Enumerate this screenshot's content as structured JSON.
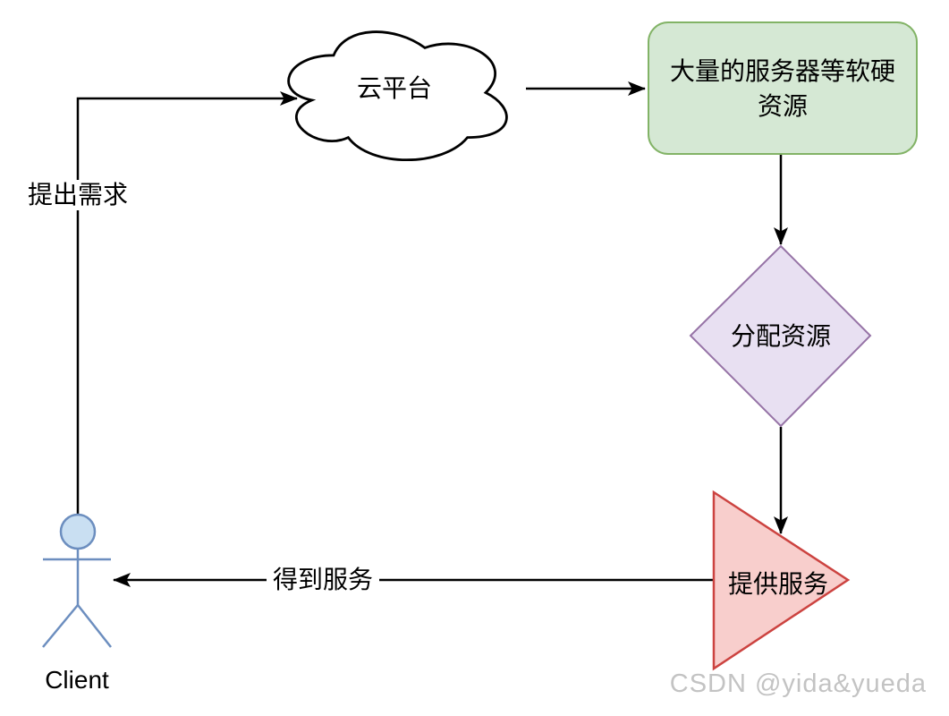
{
  "nodes": {
    "cloud": {
      "label": "云平台",
      "fill": "#ffffff",
      "stroke": "#000000"
    },
    "resources": {
      "line1": "大量的服务器等软硬",
      "line2": "资源",
      "fill": "#d5e8d4",
      "stroke": "#82b366"
    },
    "allocate": {
      "label": "分配资源",
      "fill": "#e8e0f2",
      "stroke": "#9673a6"
    },
    "provide": {
      "label": "提供服务",
      "fill": "#f8cecc",
      "stroke": "#cc4340"
    },
    "client": {
      "label": "Client",
      "stroke": "#6c8ebf",
      "head_fill": "#c9dff2"
    }
  },
  "edges": {
    "color": "#000000",
    "request": {
      "label": "提出需求"
    },
    "serve": {
      "label": "得到服务"
    }
  },
  "watermark": {
    "text": "CSDN @yida&yueda",
    "color": "#c3c3c3"
  }
}
